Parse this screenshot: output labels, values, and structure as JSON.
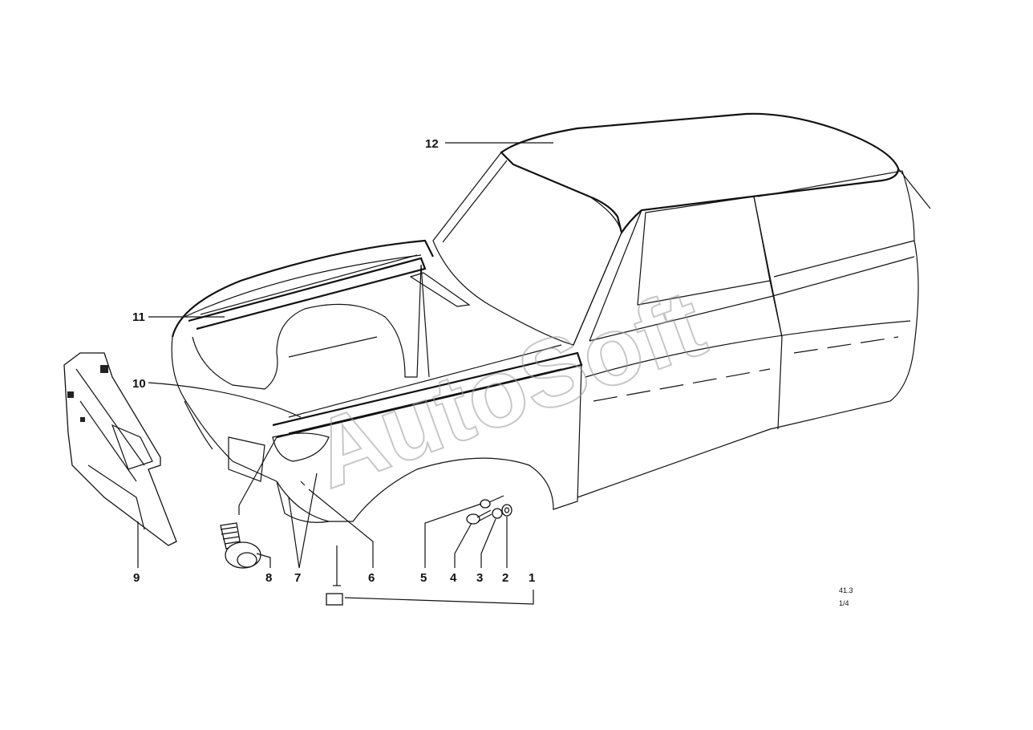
{
  "callouts": [
    {
      "id": "1",
      "label": "1"
    },
    {
      "id": "2",
      "label": "2"
    },
    {
      "id": "3",
      "label": "3"
    },
    {
      "id": "4",
      "label": "4"
    },
    {
      "id": "5",
      "label": "5"
    },
    {
      "id": "6",
      "label": "6"
    },
    {
      "id": "7",
      "label": "7"
    },
    {
      "id": "8",
      "label": "8"
    },
    {
      "id": "9",
      "label": "9"
    },
    {
      "id": "10",
      "label": "10"
    },
    {
      "id": "11",
      "label": "11"
    },
    {
      "id": "12",
      "label": "12"
    }
  ],
  "watermark": "AutoSoft",
  "diagram_code": {
    "line1": "41.3",
    "line2": "1/4"
  }
}
